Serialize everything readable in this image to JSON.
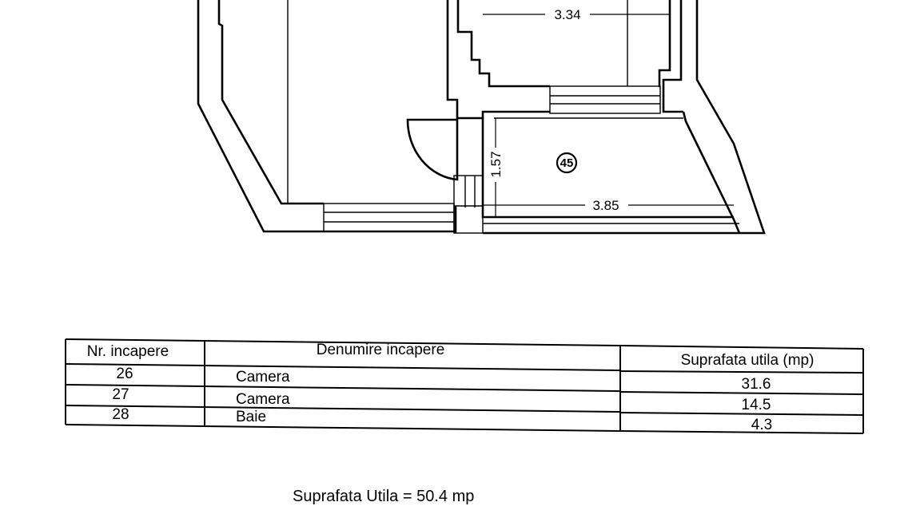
{
  "plan": {
    "dimensions": [
      "3.34",
      "1.57",
      "3.85"
    ],
    "room_number": "45"
  },
  "table": {
    "headers": [
      "Nr. incapere",
      "Denumire incapere",
      "Suprafata utila (mp)"
    ],
    "rows": [
      {
        "nr": "26",
        "name": "Camera",
        "area": "31.6"
      },
      {
        "nr": "27",
        "name": "Camera",
        "area": "14.5"
      },
      {
        "nr": "28",
        "name": "Baie",
        "area": "4.3"
      }
    ]
  },
  "total": "Suprafata Utila = 50.4 mp"
}
